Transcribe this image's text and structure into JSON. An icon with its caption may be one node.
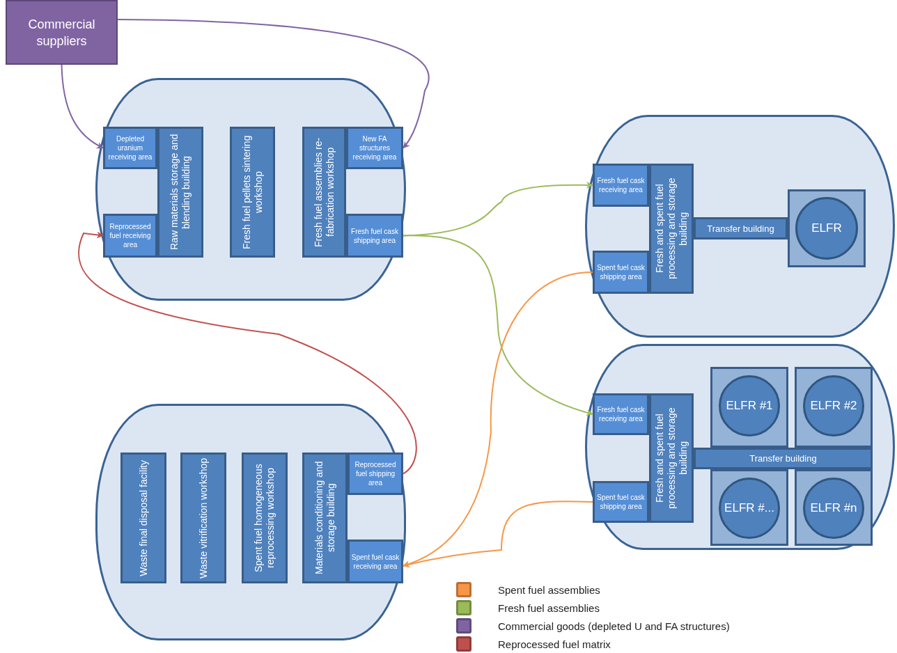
{
  "diagram": {
    "nodes": [
      {
        "text": [
          "Commercial suppliers"
        ]
      },
      {
        "text": [],
        "shape": "box"
      },
      {
        "text": [
          "Depleted uranium receiving area"
        ],
        "in": 1
      },
      {
        "text": [
          "Raw materials storage and blending building"
        ],
        "in": 1
      },
      {
        "text": [
          "Reprocessed fuel receiving area"
        ],
        "in": 1
      },
      {
        "text": [
          "Fresh fuel pellets sintering workshop"
        ],
        "in": 1
      },
      {
        "text": [
          "Fresh fuel assemblies re-fabrication workshop"
        ],
        "in": 1
      },
      {
        "text": [
          "New FA structures receiving area"
        ],
        "in": 1
      },
      {
        "text": [
          "Fresh fuel cask shipping area"
        ],
        "in": 1
      },
      {
        "text": [],
        "shape": "box"
      },
      {
        "text": [
          "Fresh fuel cask receiving area"
        ],
        "in": 9
      },
      {
        "text": [
          "Fresh and spent fuel processing and storage building"
        ],
        "in": 9
      },
      {
        "text": [
          "Spent fuel cask shipping area"
        ],
        "in": 9
      },
      {
        "text": [
          "Transfer building"
        ],
        "in": 9
      },
      {
        "text": [],
        "shape": "box",
        "in": 9
      },
      {
        "text": [
          "ELFR"
        ],
        "in": 14
      },
      {
        "text": [],
        "shape": "box"
      },
      {
        "text": [
          "Fresh fuel cask receiving area"
        ],
        "in": 16
      },
      {
        "text": [
          "Fresh and spent fuel processing and storage building"
        ],
        "in": 16
      },
      {
        "text": [
          "Spent fuel cask shipping area"
        ],
        "in": 16
      },
      {
        "text": [],
        "shape": "box",
        "in": 16
      },
      {
        "text": [
          "ELFR #1"
        ],
        "in": 20
      },
      {
        "text": [],
        "shape": "box",
        "in": 16
      },
      {
        "text": [
          "ELFR #2"
        ],
        "in": 22
      },
      {
        "text": [
          "Transfer building"
        ],
        "in": 16
      },
      {
        "text": [],
        "shape": "box",
        "in": 16
      },
      {
        "text": [
          "ELFR #..."
        ],
        "in": 25
      },
      {
        "text": [],
        "shape": "box",
        "in": 16
      },
      {
        "text": [
          "ELFR #n"
        ],
        "in": 27
      },
      {
        "text": [],
        "shape": "box"
      },
      {
        "text": [
          "Waste final disposal facility"
        ],
        "in": 29
      },
      {
        "text": [
          "Waste vitrification workshop"
        ],
        "in": 29
      },
      {
        "text": [
          "Spent fuel homogeneous reprocessing workshop"
        ],
        "in": 29
      },
      {
        "text": [
          "Materials conditioning and storage building"
        ],
        "in": 29
      },
      {
        "text": [
          "Reprocessed fuel shipping area"
        ],
        "in": 29
      },
      {
        "text": [
          "Spent fuel cask receiving area"
        ],
        "in": 29
      }
    ],
    "edges": [
      {
        "from": 0,
        "to": 2,
        "arrow": "to",
        "color": "#8064a2"
      },
      {
        "from": 0,
        "to": 7,
        "arrow": "to",
        "color": "#8064a2"
      },
      {
        "from": 8,
        "to": 10,
        "arrow": "to",
        "color": "#9bbb59"
      },
      {
        "from": 8,
        "to": 17,
        "arrow": "to",
        "color": "#9bbb59"
      },
      {
        "from": 12,
        "to": 35,
        "arrow": "to",
        "color": "#f79646"
      },
      {
        "from": 19,
        "to": 35,
        "arrow": "to",
        "color": "#f79646"
      },
      {
        "from": 34,
        "to": 4,
        "arrow": "to",
        "color": "#c0504d"
      }
    ],
    "legend": [
      {
        "text": "Spent fuel assemblies",
        "color": "#f79646"
      },
      {
        "text": "Fresh fuel assemblies",
        "color": "#9bbb59"
      },
      {
        "text": "Commercial goods (depleted U and FA structures)",
        "color": "#8064a2"
      },
      {
        "text": "Reprocessed fuel matrix",
        "color": "#c0504d"
      }
    ]
  }
}
